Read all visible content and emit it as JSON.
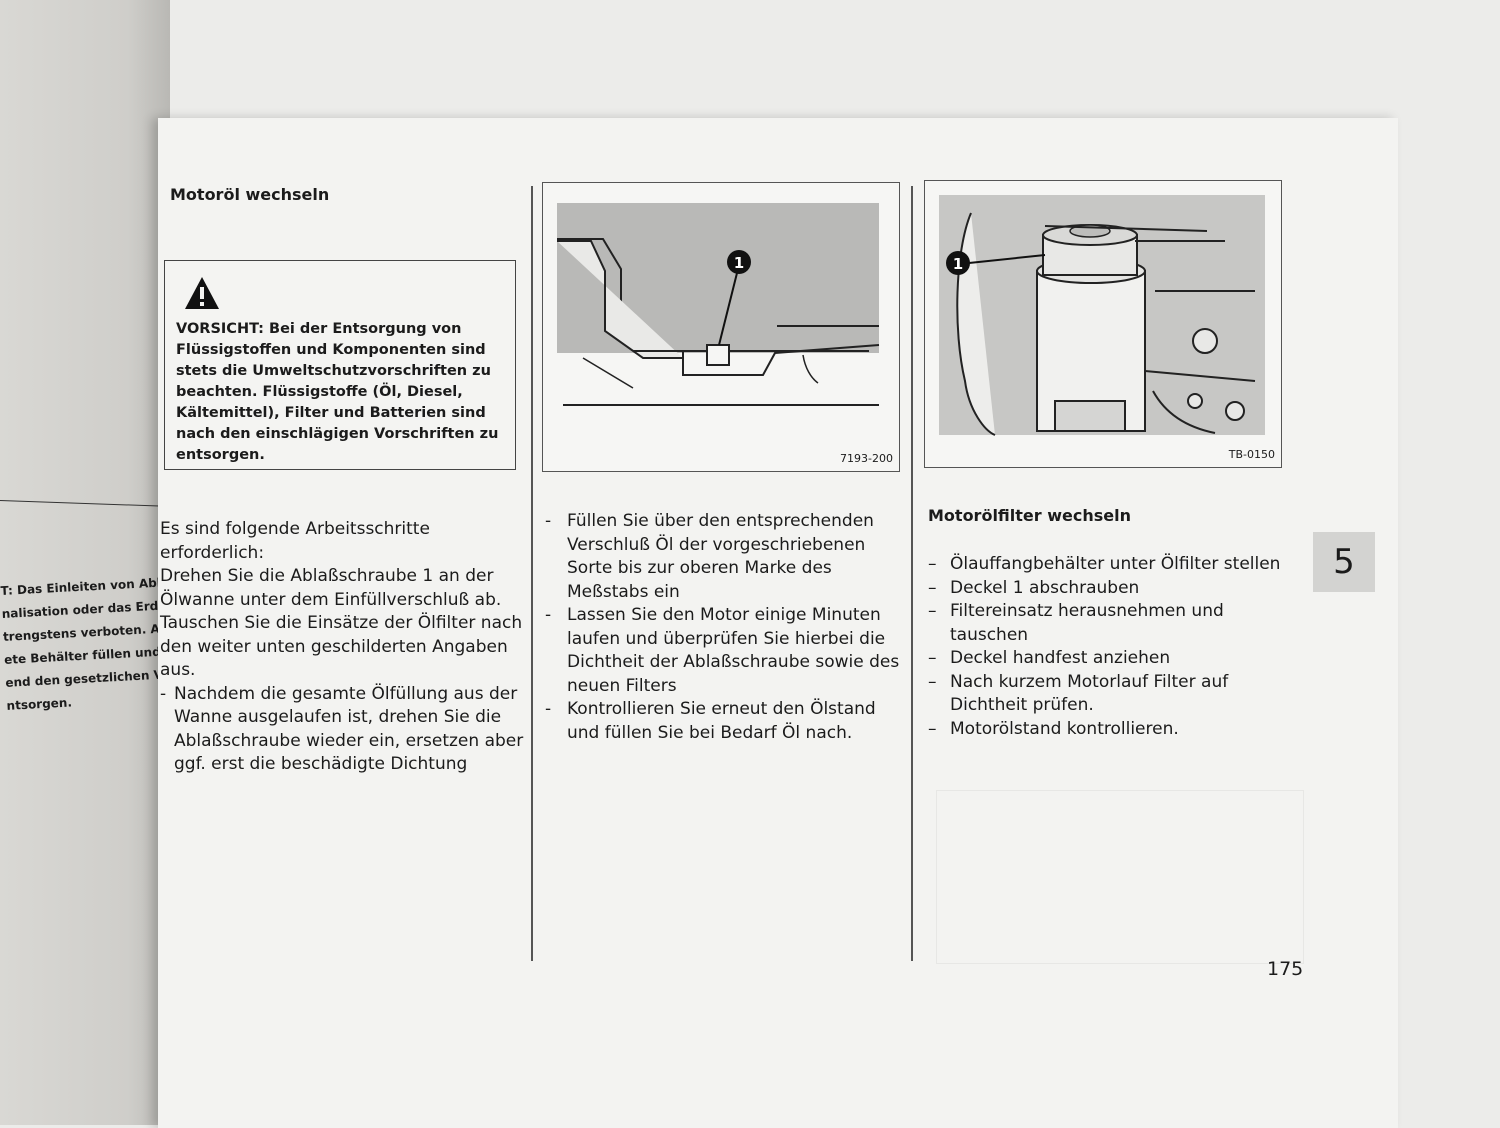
{
  "left_fragment": {
    "lines": [
      "T: Das Einleiten von Abl",
      "nalisation oder das Erd-",
      "trengstens verboten. Al",
      "ete Behälter füllen und",
      "end den gesetzlichen Vo",
      "ntsorgen."
    ]
  },
  "title": "Motoröl wechseln",
  "warning": {
    "icon": "warning-triangle-icon",
    "text": "VORSICHT: Bei der Entsorgung von Flüssigstoffen und Komponenten sind stets die Umweltschutzvorschriften zu beachten. Flüssigstoffe (Öl, Diesel, Kältemittel), Filter und Batterien sind nach den einschlägigen Vorschriften zu entsorgen."
  },
  "column1": {
    "intro": "Es sind folgende Arbeitsschritte erforderlich:",
    "para1": "Drehen Sie die Ablaßschraube 1 an der Ölwanne unter dem Einfüllverschluß ab.",
    "para2": "Tauschen Sie die Einsätze der Ölfilter nach den weiter unten geschilderten Angaben aus.",
    "item": "Nachdem die gesamte Ölfüllung aus der Wanne ausgelaufen ist, drehen Sie die Ablaßschraube wieder ein, ersetzen aber ggf. erst die beschädigte Dichtung"
  },
  "column2": {
    "items": [
      "Füllen Sie über den entsprechenden Verschluß Öl der vorgeschriebenen Sorte bis zur oberen Marke des Meßstabs ein",
      "Lassen Sie den Motor einige Minuten laufen und überprüfen Sie hierbei die Dichtheit der Ablaßschraube sowie des neuen Filters",
      "Kontrollieren Sie erneut den Ölstand und füllen Sie bei Bedarf Öl nach."
    ]
  },
  "figure1": {
    "label": "7193-200",
    "callout": "1"
  },
  "figure2": {
    "label": "TB-0150",
    "callout": "1"
  },
  "section2": {
    "title": "Motorölfilter wechseln",
    "items": [
      "Ölauffangbehälter unter Ölfilter stellen",
      "Deckel 1 abschrauben",
      "Filtereinsatz herausnehmen und tauschen",
      "Deckel handfest anziehen",
      "Nach kurzem Motorlauf Filter auf Dichtheit prüfen.",
      "Motorölstand kontrollieren."
    ]
  },
  "chapter_tab": "5",
  "page_number": "175",
  "dash": "–",
  "dash2": "-"
}
